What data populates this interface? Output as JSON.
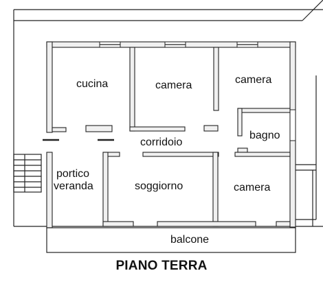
{
  "plan": {
    "title": "PIANO TERRA",
    "rooms": {
      "cucina": "cucina",
      "camera_1": "camera",
      "camera_2": "camera",
      "bagno": "bagno",
      "corridoio": "corridoio",
      "portico_line1": "portico",
      "portico_line2": "veranda",
      "soggiorno": "soggiorno",
      "camera_3": "camera",
      "balcone": "balcone"
    }
  }
}
